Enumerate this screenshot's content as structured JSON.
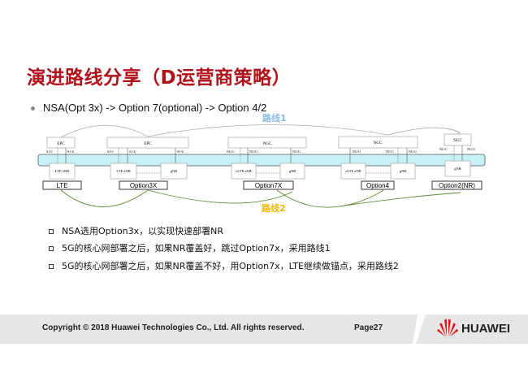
{
  "title": "演进路线分享（D运营商策略）",
  "main_bullet": "NSA(Opt 3x) -> Option 7(optional) -> Option 4/2",
  "sub_bullets": [
    "NSA选用Option3x，以实现快速部署NR",
    "5G的核心网部署之后，如果NR覆盖好，跳过Option7x，采用路线1",
    "5G的核心网部署之后，如果NR覆盖不好，用Option7x，LTE继续做锚点，采用路线2"
  ],
  "diagram": {
    "route1": "路线1",
    "route2": "路线2",
    "colors": {
      "route1": "#8bb8e6",
      "route2": "#f2b705",
      "band": "#c6f2f6",
      "title": "#b0121b"
    },
    "options": [
      {
        "label": "LTE",
        "core": "EPC",
        "nodes": [
          "LTE eNB"
        ],
        "ifaces": [
          "S1-C",
          "S1-U"
        ]
      },
      {
        "label": "Option3X",
        "core": "EPC",
        "nodes": [
          "LTE eNB",
          "gNB"
        ],
        "ifaces": [
          "S1-C",
          "S1-U",
          "S1-U"
        ]
      },
      {
        "label": "Option7X",
        "core": "NGC",
        "nodes": [
          "eLTE eNB",
          "gNB"
        ],
        "ifaces": [
          "NG-C",
          "NG-U",
          "NG-U"
        ]
      },
      {
        "label": "Option4",
        "core": "NGC",
        "nodes": [
          "eLTE eNB",
          "gNB"
        ],
        "ifaces": [
          "NG-U",
          "NG-C",
          "NG-U"
        ]
      },
      {
        "label": "Option2(NR)",
        "core": "NGC",
        "nodes": [
          "gNB"
        ],
        "ifaces": [
          "NG-C",
          "NG-U"
        ]
      }
    ]
  },
  "footer": {
    "copyright": "Copyright © 2018 Huawei Technologies Co., Ltd. All rights reserved.",
    "page": "Page27",
    "logo": "HUAWEI"
  }
}
